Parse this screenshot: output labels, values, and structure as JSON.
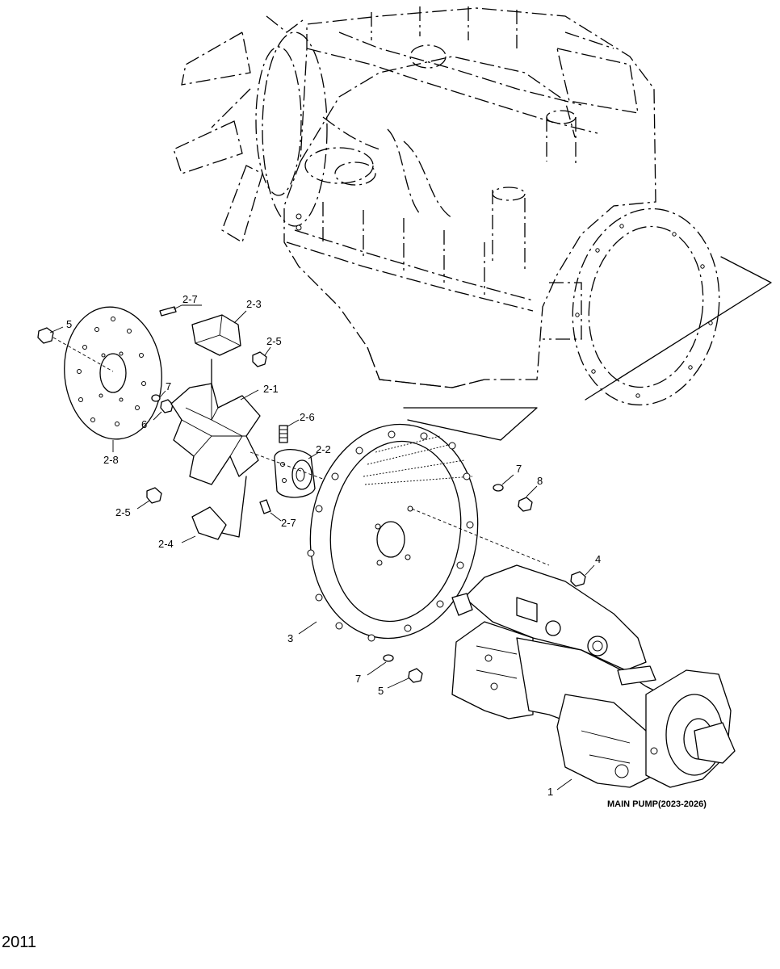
{
  "diagram": {
    "caption": "MAIN PUMP(2023-2026)",
    "page_number": "2011",
    "callouts": [
      {
        "id": "c-2-7a",
        "text": "2-7"
      },
      {
        "id": "c-2-3",
        "text": "2-3"
      },
      {
        "id": "c-5a",
        "text": "5"
      },
      {
        "id": "c-2-5a",
        "text": "2-5"
      },
      {
        "id": "c-2-1",
        "text": "2-1"
      },
      {
        "id": "c-7a",
        "text": "7"
      },
      {
        "id": "c-6",
        "text": "6"
      },
      {
        "id": "c-2-6",
        "text": "2-6"
      },
      {
        "id": "c-2-2",
        "text": "2-2"
      },
      {
        "id": "c-2-8",
        "text": "2-8"
      },
      {
        "id": "c-2-5b",
        "text": "2-5"
      },
      {
        "id": "c-2-7b",
        "text": "2-7"
      },
      {
        "id": "c-2-4",
        "text": "2-4"
      },
      {
        "id": "c-7b",
        "text": "7"
      },
      {
        "id": "c-8",
        "text": "8"
      },
      {
        "id": "c-4",
        "text": "4"
      },
      {
        "id": "c-3",
        "text": "3"
      },
      {
        "id": "c-7c",
        "text": "7"
      },
      {
        "id": "c-5b",
        "text": "5"
      },
      {
        "id": "c-1",
        "text": "1"
      }
    ]
  }
}
